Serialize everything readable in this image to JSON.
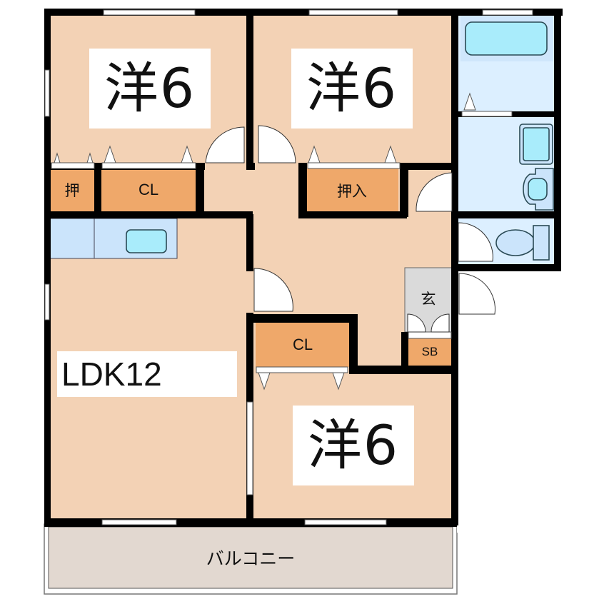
{
  "floor_plan": {
    "colors": {
      "room_floor": "#f3d2b5",
      "storage": "#efa86a",
      "wet_area": "#dcefff",
      "fixture": "#a9ecfb",
      "entrance": "#dadada",
      "balcony": "#e2d8d0",
      "wall": "#000000"
    },
    "rooms": [
      {
        "id": "western-room-1",
        "label": "洋6"
      },
      {
        "id": "western-room-2",
        "label": "洋6"
      },
      {
        "id": "western-room-3",
        "label": "洋6"
      },
      {
        "id": "ldk",
        "label": "LDK12"
      }
    ],
    "storage": [
      {
        "id": "oshi",
        "label": "押"
      },
      {
        "id": "closet-1",
        "label": "CL"
      },
      {
        "id": "oshiire",
        "label": "押入"
      },
      {
        "id": "closet-2",
        "label": "CL"
      },
      {
        "id": "shoe-box",
        "label": "SB"
      }
    ],
    "entrance": {
      "label": "玄"
    },
    "balcony": {
      "label": "バルコニー"
    },
    "fixtures": [
      "bathtub",
      "washbasin",
      "washing-machine-pan",
      "toilet",
      "kitchen-sink"
    ]
  }
}
